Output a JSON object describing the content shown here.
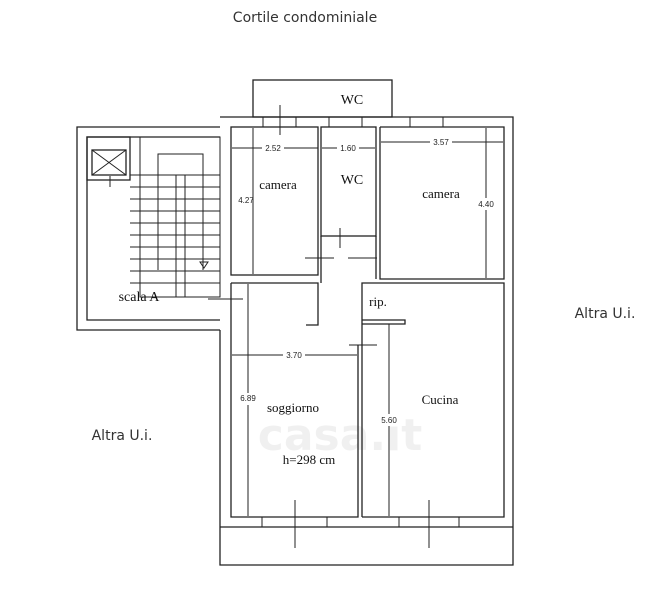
{
  "labels": {
    "courtyard": "Cortile condominiale",
    "other_unit_right": "Altra U.i.",
    "other_unit_left": "Altra U.i.",
    "watermark": "casa.it"
  },
  "rooms": {
    "wc_external": "WC",
    "camera_1": "camera",
    "wc": "WC",
    "camera_2": "camera",
    "stairs": "scala A",
    "storage": "rip.",
    "living": "soggiorno",
    "kitchen": "Cucina",
    "ceiling_height": "h=298 cm"
  },
  "dimensions": {
    "camera_1_width": "2.52",
    "camera_1_depth": "4.27",
    "wc_width": "1.60",
    "camera_2_width": "3.57",
    "camera_2_depth": "4.40",
    "living_width": "3.70",
    "living_depth": "6.89",
    "kitchen_depth": "5.60"
  }
}
